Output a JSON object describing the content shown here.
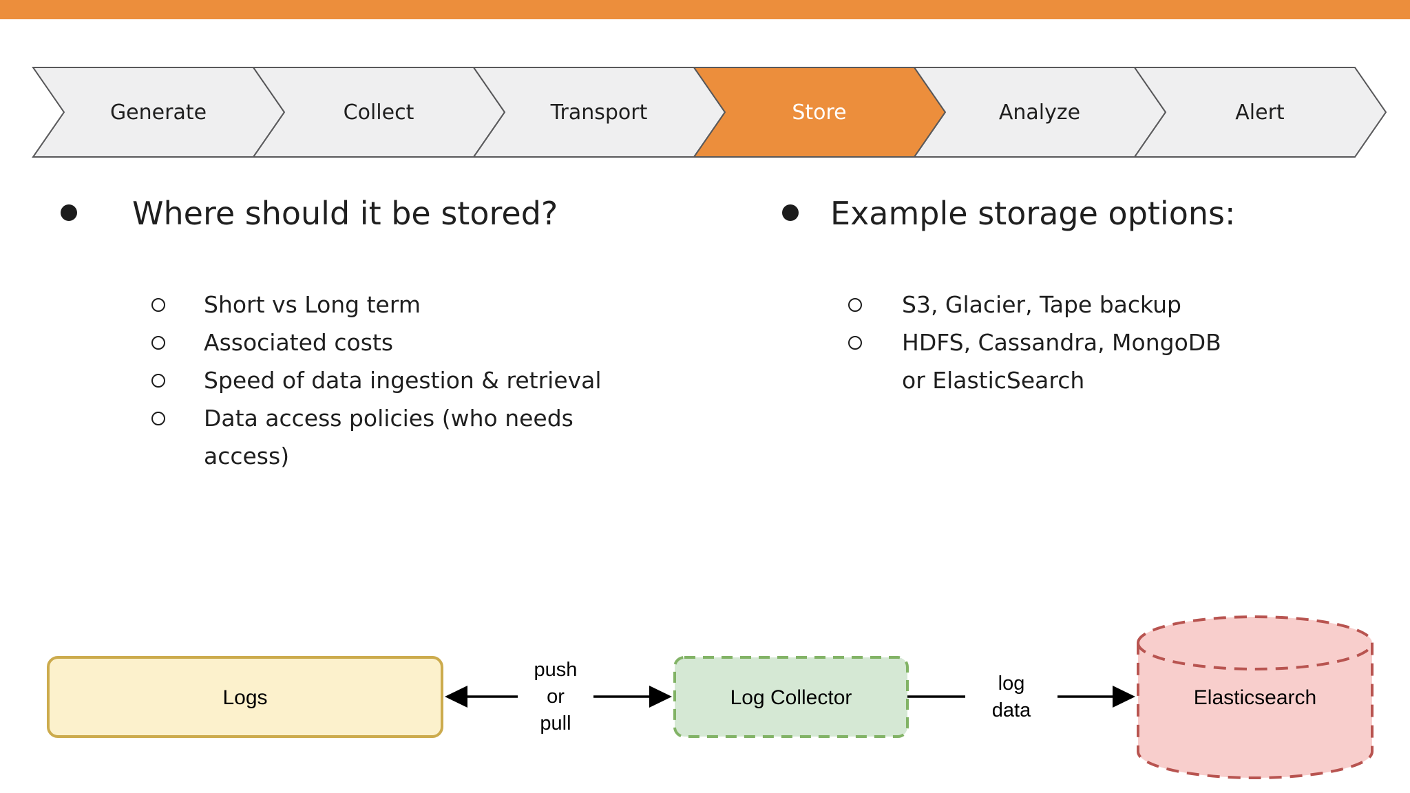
{
  "pipeline": {
    "stages": [
      {
        "label": "Generate",
        "active": false
      },
      {
        "label": "Collect",
        "active": false
      },
      {
        "label": "Transport",
        "active": false
      },
      {
        "label": "Store",
        "active": true
      },
      {
        "label": "Analyze",
        "active": false
      },
      {
        "label": "Alert",
        "active": false
      }
    ],
    "active_stage": "Store"
  },
  "columns": {
    "left": {
      "title": "Where should it be stored?",
      "items": [
        "Short vs Long term",
        "Associated costs",
        "Speed of data ingestion & retrieval",
        "Data access policies (who needs access)"
      ]
    },
    "right": {
      "title": "Example storage options:",
      "items": [
        "S3, Glacier, Tape backup",
        "HDFS, Cassandra, MongoDB or ElasticSearch"
      ]
    }
  },
  "diagram": {
    "nodes": [
      {
        "id": "logs",
        "label": "Logs",
        "shape": "rounded-rect",
        "fill": "#FCF1CC",
        "border": "#CCAB4D",
        "border_style": "solid"
      },
      {
        "id": "log-collector",
        "label": "Log Collector",
        "shape": "rounded-rect",
        "fill": "#D5E8D4",
        "border": "#82B366",
        "border_style": "dashed"
      },
      {
        "id": "elasticsearch",
        "label": "Elasticsearch",
        "shape": "cylinder",
        "fill": "#F8CECC",
        "border": "#B85450",
        "border_style": "dashed"
      }
    ],
    "edges": [
      {
        "from": "logs",
        "to": "log-collector",
        "label": "push or pull",
        "label_lines": [
          "push",
          "or",
          "pull"
        ],
        "direction": "both"
      },
      {
        "from": "log-collector",
        "to": "elasticsearch",
        "label": "log data",
        "label_lines": [
          "log",
          "data"
        ],
        "direction": "forward"
      }
    ]
  },
  "colors": {
    "accent": "#EC8E3C",
    "chevron-fill": "#EFEFF0",
    "chevron-border": "#58585A",
    "yellow-fill": "#FCF1CC",
    "yellow-border": "#CCAB4D",
    "green-fill": "#D5E8D4",
    "green-border": "#82B366",
    "red-fill": "#F8CECC",
    "red-border": "#B85450"
  }
}
